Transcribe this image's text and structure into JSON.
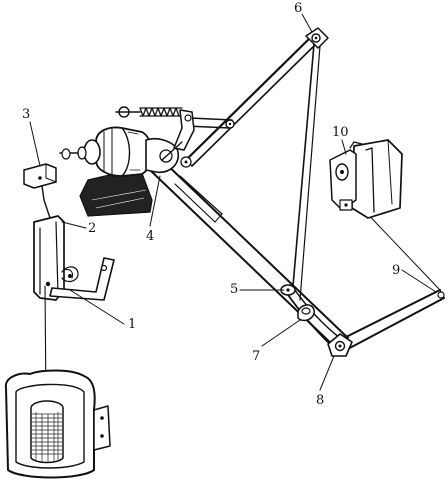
{
  "diagram": {
    "callouts": [
      {
        "id": "1",
        "label": "1"
      },
      {
        "id": "2",
        "label": "2"
      },
      {
        "id": "3",
        "label": "3"
      },
      {
        "id": "4",
        "label": "4"
      },
      {
        "id": "5",
        "label": "5"
      },
      {
        "id": "6",
        "label": "6"
      },
      {
        "id": "7",
        "label": "7"
      },
      {
        "id": "8",
        "label": "8"
      },
      {
        "id": "9",
        "label": "9"
      },
      {
        "id": "10",
        "label": "10"
      }
    ]
  }
}
